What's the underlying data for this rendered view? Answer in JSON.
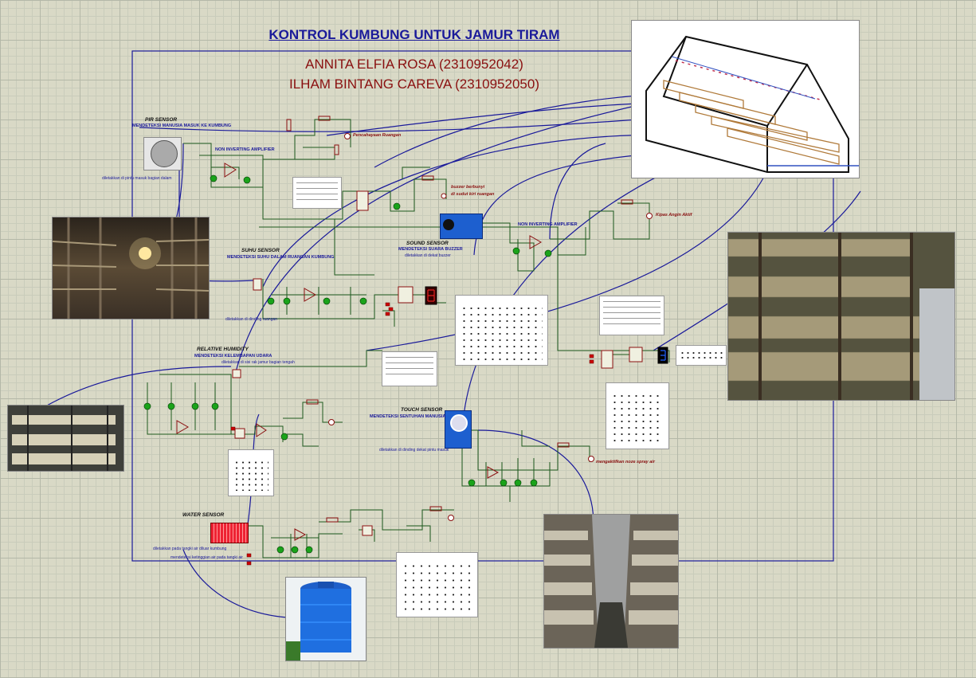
{
  "header": {
    "title": "KONTROL KUMBUNG UNTUK JAMUR TIRAM",
    "authors": [
      "ANNITA ELFIA ROSA (2310952042)",
      "ILHAM BINTANG CAREVA (2310952050)"
    ]
  },
  "sections": {
    "pir": {
      "title": "PIR SENSOR",
      "subtitle": "MENDETEKSI MANUSIA MASUK KE KUMBUNG",
      "amp": "NON INVERTING AMPLIFIER",
      "note": "diletakkan di pintu masuk bagian dalam",
      "output": "Pencahayaan Ruangan"
    },
    "suhu": {
      "title": "SUHU SENSOR",
      "subtitle": "MENDETEKSI SUHU DALAM RUANGAN KUMBUNG",
      "note": "diletakkan di dinding ruangan"
    },
    "sound": {
      "title": "SOUND SENSOR",
      "subtitle": "MENDETEKSI SUARA BUZZER",
      "note": "diletakkan di dekat buzzer",
      "output": "buzzer berbunyi",
      "output_note": "di sudut kiri ruangan"
    },
    "fan": {
      "amp": "NON INVERTING AMPLIFIER",
      "output": "Kipas Angin Aktif"
    },
    "humidity": {
      "title": "RELATIVE HUMIDITY",
      "subtitle": "MENDETEKSI KELEMBAPAN UDARA",
      "note": "diletakkan di sisi rak jamur bagian tengah"
    },
    "touch": {
      "title": "TOUCH SENSOR",
      "subtitle": "MENDETEKSI SENTUHAN MANUSIA",
      "note": "diletakkan di dinding dekat pintu masuk",
      "output": "mengaktifkan noze spray air"
    },
    "water": {
      "title": "WATER SENSOR",
      "note": "diletakkan pada tangki air diluar kumbung",
      "note2": "mendeteksi ketinggian air pada tangki air"
    }
  },
  "colors": {
    "background": "#d9d9c6",
    "grid": "#b4b8a8",
    "wire": "#1f5a1f",
    "link": "#1a1a9a",
    "title": "#1a1a9a",
    "author": "#8a1010",
    "component": "#8a1010",
    "led": "#1aa31a"
  }
}
